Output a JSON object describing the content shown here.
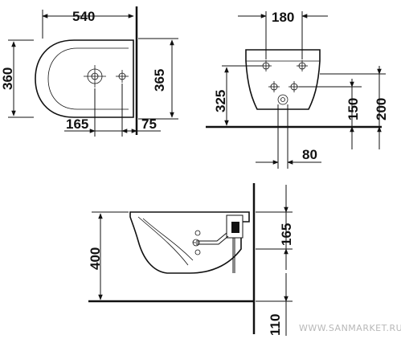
{
  "top_view": {
    "width": "540",
    "depth_left": "360",
    "depth_right": "365",
    "offset_bottom": "165",
    "wall_offset": "75"
  },
  "front_view": {
    "width": "180",
    "height_left": "325",
    "height_right_a": "150",
    "height_right_b": "200",
    "offset_bottom": "80"
  },
  "side_view": {
    "height_left": "400",
    "height_right": "165",
    "floor_clearance": "110"
  },
  "watermark": "WWW.SANMARKET.RU",
  "colors": {
    "line": "#111111",
    "watermark": "#b8b8b8"
  }
}
